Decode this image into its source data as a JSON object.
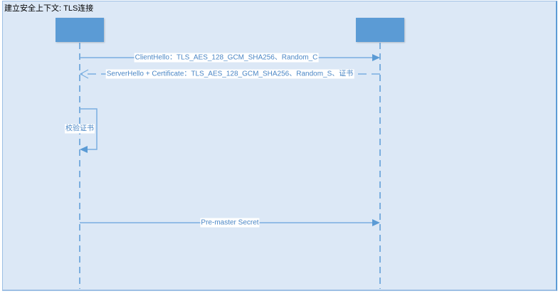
{
  "title": "建立安全上下文: TLS连接",
  "colors": {
    "background": "#dce8f6",
    "lifeline": "#5b9bd5",
    "message": "#7aaee0"
  },
  "participants": [
    {
      "label": ""
    },
    {
      "label": ""
    }
  ],
  "messages": [
    {
      "label": "ClientHello：TLS_AES_128_GCM_SHA256、Random_C",
      "from": 0,
      "to": 1,
      "style": "solid"
    },
    {
      "label": "ServerHello + Certificate：TLS_AES_128_GCM_SHA256、Random_S、证书",
      "from": 1,
      "to": 0,
      "style": "dashed-return"
    },
    {
      "label": "校验证书",
      "from": 0,
      "to": 0,
      "style": "self"
    },
    {
      "label": "Pre-master Secret",
      "from": 0,
      "to": 1,
      "style": "solid"
    }
  ]
}
